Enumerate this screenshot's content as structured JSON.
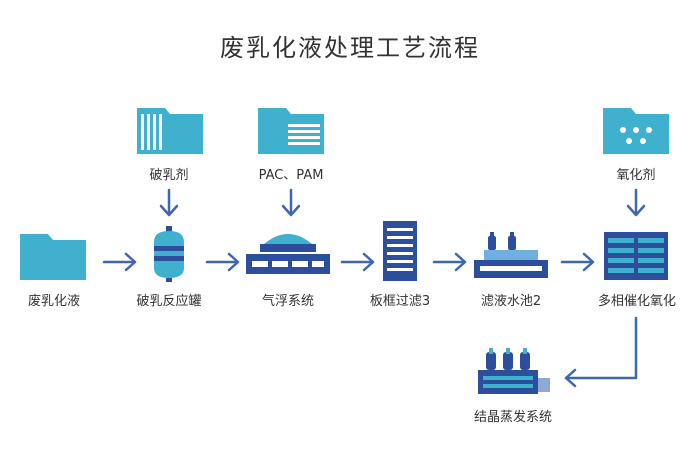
{
  "title": "废乳化液处理工艺流程",
  "reagents": [
    {
      "label": "破乳剂",
      "icon": "folder-document-icon"
    },
    {
      "label": "PAC、PAM",
      "icon": "folder-document-icon"
    },
    {
      "label": "氧化剂",
      "icon": "folder-dots-icon"
    }
  ],
  "steps": [
    {
      "label": "废乳化液",
      "icon": "folder-icon"
    },
    {
      "label": "破乳反应罐",
      "icon": "tank-icon"
    },
    {
      "label": "气浮系统",
      "icon": "flotation-icon"
    },
    {
      "label": "板框过滤3",
      "icon": "filter-press-icon"
    },
    {
      "label": "滤液水池2",
      "icon": "pool-icon"
    },
    {
      "label": "多相催化氧化",
      "icon": "oxidation-icon"
    },
    {
      "label": "结晶蒸发系统",
      "icon": "evaporator-icon"
    }
  ],
  "colors": {
    "accent": "#40b0cf",
    "dark_blue": "#2d4e9a",
    "arrow": "#3f66b0",
    "light": "#ffffff"
  }
}
